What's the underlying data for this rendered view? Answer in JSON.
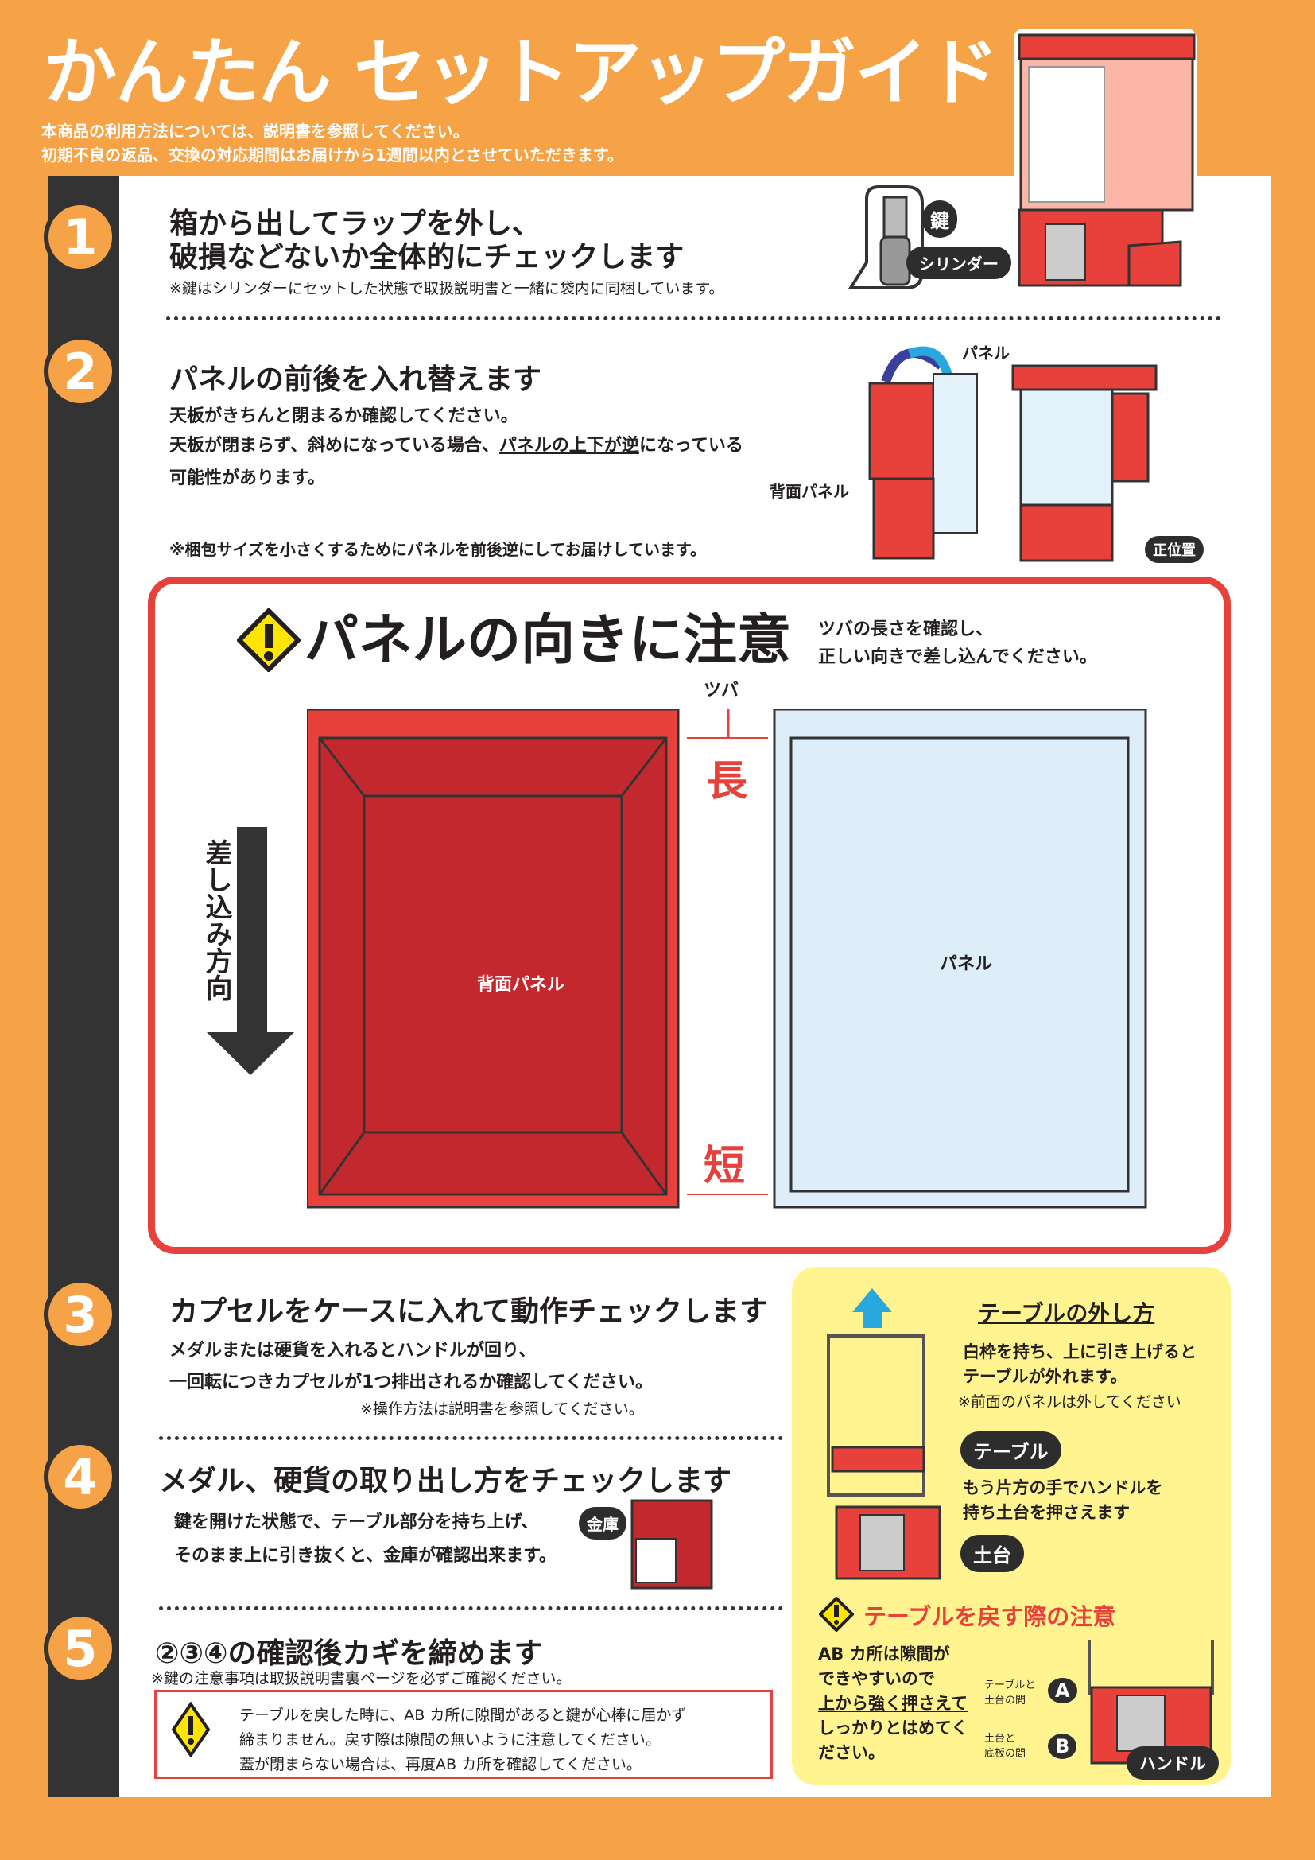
{
  "header": {
    "title": "かんたん セットアップガイド",
    "sub1": "本商品の利用方法については、説明書を参照してください。",
    "sub2": "初期不良の返品、交換の対応期間はお届けから1週間以内とさせていただきます。"
  },
  "steps": [
    {
      "num": "1",
      "title1": "箱から出してラップを外し、",
      "title2": "破損などないか全体的にチェックします",
      "note": "※鍵はシリンダーにセットした状態で取扱説明書と一緒に袋内に同梱しています。",
      "labels": {
        "key": "鍵",
        "cylinder": "シリンダー"
      }
    },
    {
      "num": "2",
      "title": "パネルの前後を入れ替えます",
      "line1": "天板がきちんと閉まるか確認してください。",
      "line2a": "天板が閉まらず、斜めになっている場合、",
      "line2b": "パネルの上下が逆",
      "line2c": "になっている",
      "line3": "可能性があります。",
      "note": "※梱包サイズを小さくするためにパネルを前後逆にしてお届けしています。",
      "labels": {
        "panel": "パネル",
        "back_panel": "背面パネル",
        "correct": "正位置"
      }
    },
    {
      "num": "3",
      "title": "カプセルをケースに入れて動作チェックします",
      "line1": "メダルまたは硬貨を入れるとハンドルが回り、",
      "line2": "一回転につきカプセルが1つ排出されるか確認してください。",
      "note": "※操作方法は説明書を参照してください。"
    },
    {
      "num": "4",
      "title": "メダル、硬貨の取り出し方をチェックします",
      "line1": "鍵を開けた状態で、テーブル部分を持ち上げ、",
      "line2": "そのまま上に引き抜くと、金庫が確認出来ます。",
      "label": "金庫"
    },
    {
      "num": "5",
      "title": "②③④の確認後カギを締めます",
      "note": "※鍵の注意事項は取扱説明書裏ページを必ずご確認ください。",
      "warn1": "テーブルを戻した時に、AB カ所に隙間があると鍵が心棒に届かず",
      "warn2": "締まりません。戻す際は隙間の無いように注意してください。",
      "warn3": "蓋が閉まらない場合は、再度AB カ所を確認してください。"
    }
  ],
  "panel_warning": {
    "title": "パネルの向きに注意",
    "desc1": "ツバの長さを確認し、",
    "desc2": "正しい向きで差し込んでください。",
    "tsuba": "ツバ",
    "long": "長",
    "short": "短",
    "direction": "差し込み方向",
    "back_panel": "背面パネル",
    "panel": "パネル"
  },
  "table_guide": {
    "title": "テーブルの外し方",
    "line1": "白枠を持ち、上に引き上げると",
    "line2": "テーブルが外れます。",
    "note": "※前面のパネルは外してください",
    "table_label": "テーブル",
    "line3": "もう片方の手でハンドルを",
    "line4": "持ち土台を押さえます",
    "base_label": "土台",
    "caution_title": "テーブルを戻す際の注意",
    "c1": "AB カ所は隙間が",
    "c2": "できやすいので",
    "c3": "上から強く押さえて",
    "c4": "しっかりとはめてく",
    "c5": "ださい。",
    "a_label1": "テーブルと",
    "a_label2": "土台の間",
    "b_label1": "土台と",
    "b_label2": "底板の間",
    "a": "A",
    "b": "B",
    "handle": "ハンドル"
  },
  "colors": {
    "orange": "#F6A347",
    "red": "#E8403A",
    "dark": "#333333",
    "yellow": "#FFF48F",
    "panel_blue": "#DDEEF8",
    "warning_yellow": "#FFE600"
  }
}
